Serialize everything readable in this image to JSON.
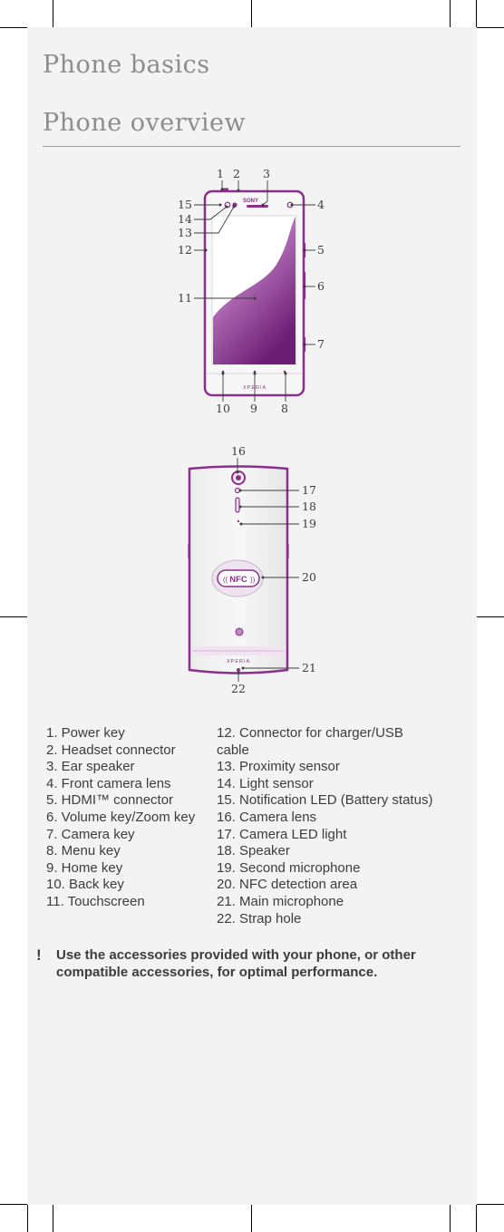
{
  "section_title": "Phone basics",
  "subsection_title": "Phone overview",
  "front_callouts": [
    "1",
    "2",
    "3",
    "4",
    "5",
    "6",
    "7",
    "8",
    "9",
    "10",
    "11",
    "12",
    "13",
    "14",
    "15"
  ],
  "back_callouts": [
    "16",
    "17",
    "18",
    "19",
    "20",
    "21",
    "22"
  ],
  "device": {
    "brand": "SONY",
    "model": "XPERIA",
    "nfc_label": "NFC",
    "accent_color": "#8a2f8c"
  },
  "legend_left": [
    "1. Power key",
    "2. Headset connector",
    "3. Ear speaker",
    "4. Front camera lens",
    "5. HDMI™ connector",
    "6. Volume key/Zoom key",
    "7. Camera key",
    "8. Menu key",
    "9. Home key",
    "10. Back key",
    "11. Touchscreen"
  ],
  "legend_right": [
    "12. Connector for charger/USB",
    "cable",
    "13. Proximity sensor",
    "14. Light sensor",
    "15. Notification LED (Battery status)",
    "16. Camera lens",
    "17. Camera LED light",
    "18. Speaker",
    "19. Second microphone",
    "20. NFC detection area",
    "21. Main microphone",
    "22. Strap hole"
  ],
  "note": {
    "icon": "exclamation-icon",
    "text": "Use the accessories provided with your phone, or other compatible accessories, for optimal performance."
  }
}
